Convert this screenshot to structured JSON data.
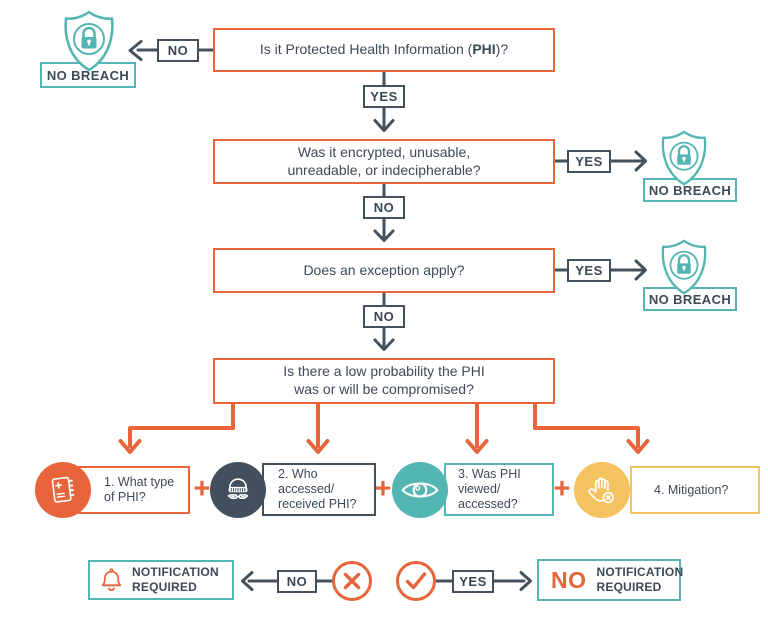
{
  "colors": {
    "orange": "#E8653C",
    "teal": "#54B6B2",
    "navy": "#44505C",
    "yellow": "#F4C25F",
    "text": "#3D4A57"
  },
  "labels": {
    "yes": "YES",
    "no": "NO",
    "no_breach": "NO BREACH",
    "plus": "+"
  },
  "flow": {
    "q1": {
      "prefix": "Is it Protected Health Information (",
      "bold": "PHI",
      "suffix": ")?"
    },
    "q2": {
      "line1": "Was it encrypted, unusable,",
      "line2": "unreadable, or indecipherable?"
    },
    "q3": {
      "text": "Does an exception apply?"
    },
    "q4": {
      "line1": "Is there a low probability the PHI",
      "line2": "was or will be compromised?"
    }
  },
  "factors": [
    {
      "icon": "journal-icon",
      "color": "#E8653C",
      "lines": [
        "1. What type",
        "of PHI?"
      ]
    },
    {
      "icon": "burglar-icon",
      "color": "#42505E",
      "lines": [
        "2. Who",
        "accessed/",
        "received PHI?"
      ]
    },
    {
      "icon": "eye-icon",
      "color": "#54B6B2",
      "lines": [
        "3. Was PHI",
        "viewed/",
        "accessed?"
      ]
    },
    {
      "icon": "hand-icon",
      "color": "#F4C25F",
      "lines": [
        "4. Mitigation?"
      ]
    }
  ],
  "outcome": {
    "notification": {
      "line1": "NOTIFICATION",
      "line2": "REQUIRED"
    },
    "no_notification": {
      "no": "NO",
      "line1": "NOTIFICATION",
      "line2": "REQUIRED"
    }
  }
}
